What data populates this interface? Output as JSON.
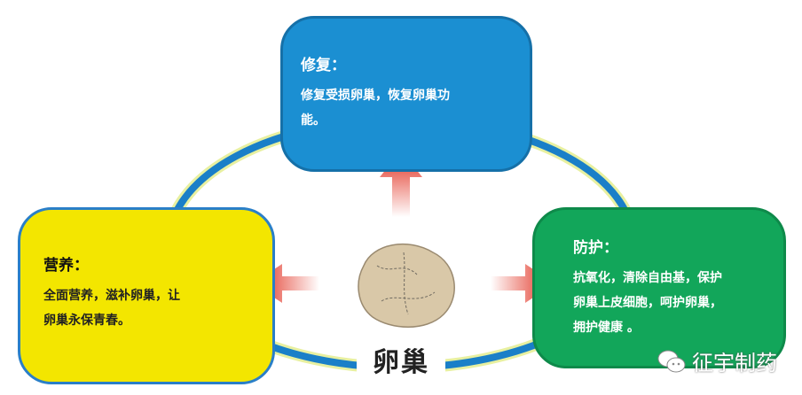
{
  "top": {
    "title": "修复：",
    "lines": [
      "修复受损卵巢，恢复卵巢功",
      "能。"
    ]
  },
  "left": {
    "title": "营养：",
    "lines": [
      "全面营养，滋补卵巢，让",
      "卵巢永保青春。"
    ]
  },
  "right": {
    "title": "防护：",
    "lines": [
      "抗氧化，清除自由基，保护",
      "卵巢上皮细胞，呵护卵巢，",
      "拥护健康 。"
    ]
  },
  "center_label": "卵巢",
  "watermark": "征宇制药",
  "colors": {
    "top": "#1b8fd2",
    "left": "#f3e600",
    "right": "#12a65a",
    "ring": "#1a7fc8",
    "arrow": "#e02818"
  }
}
